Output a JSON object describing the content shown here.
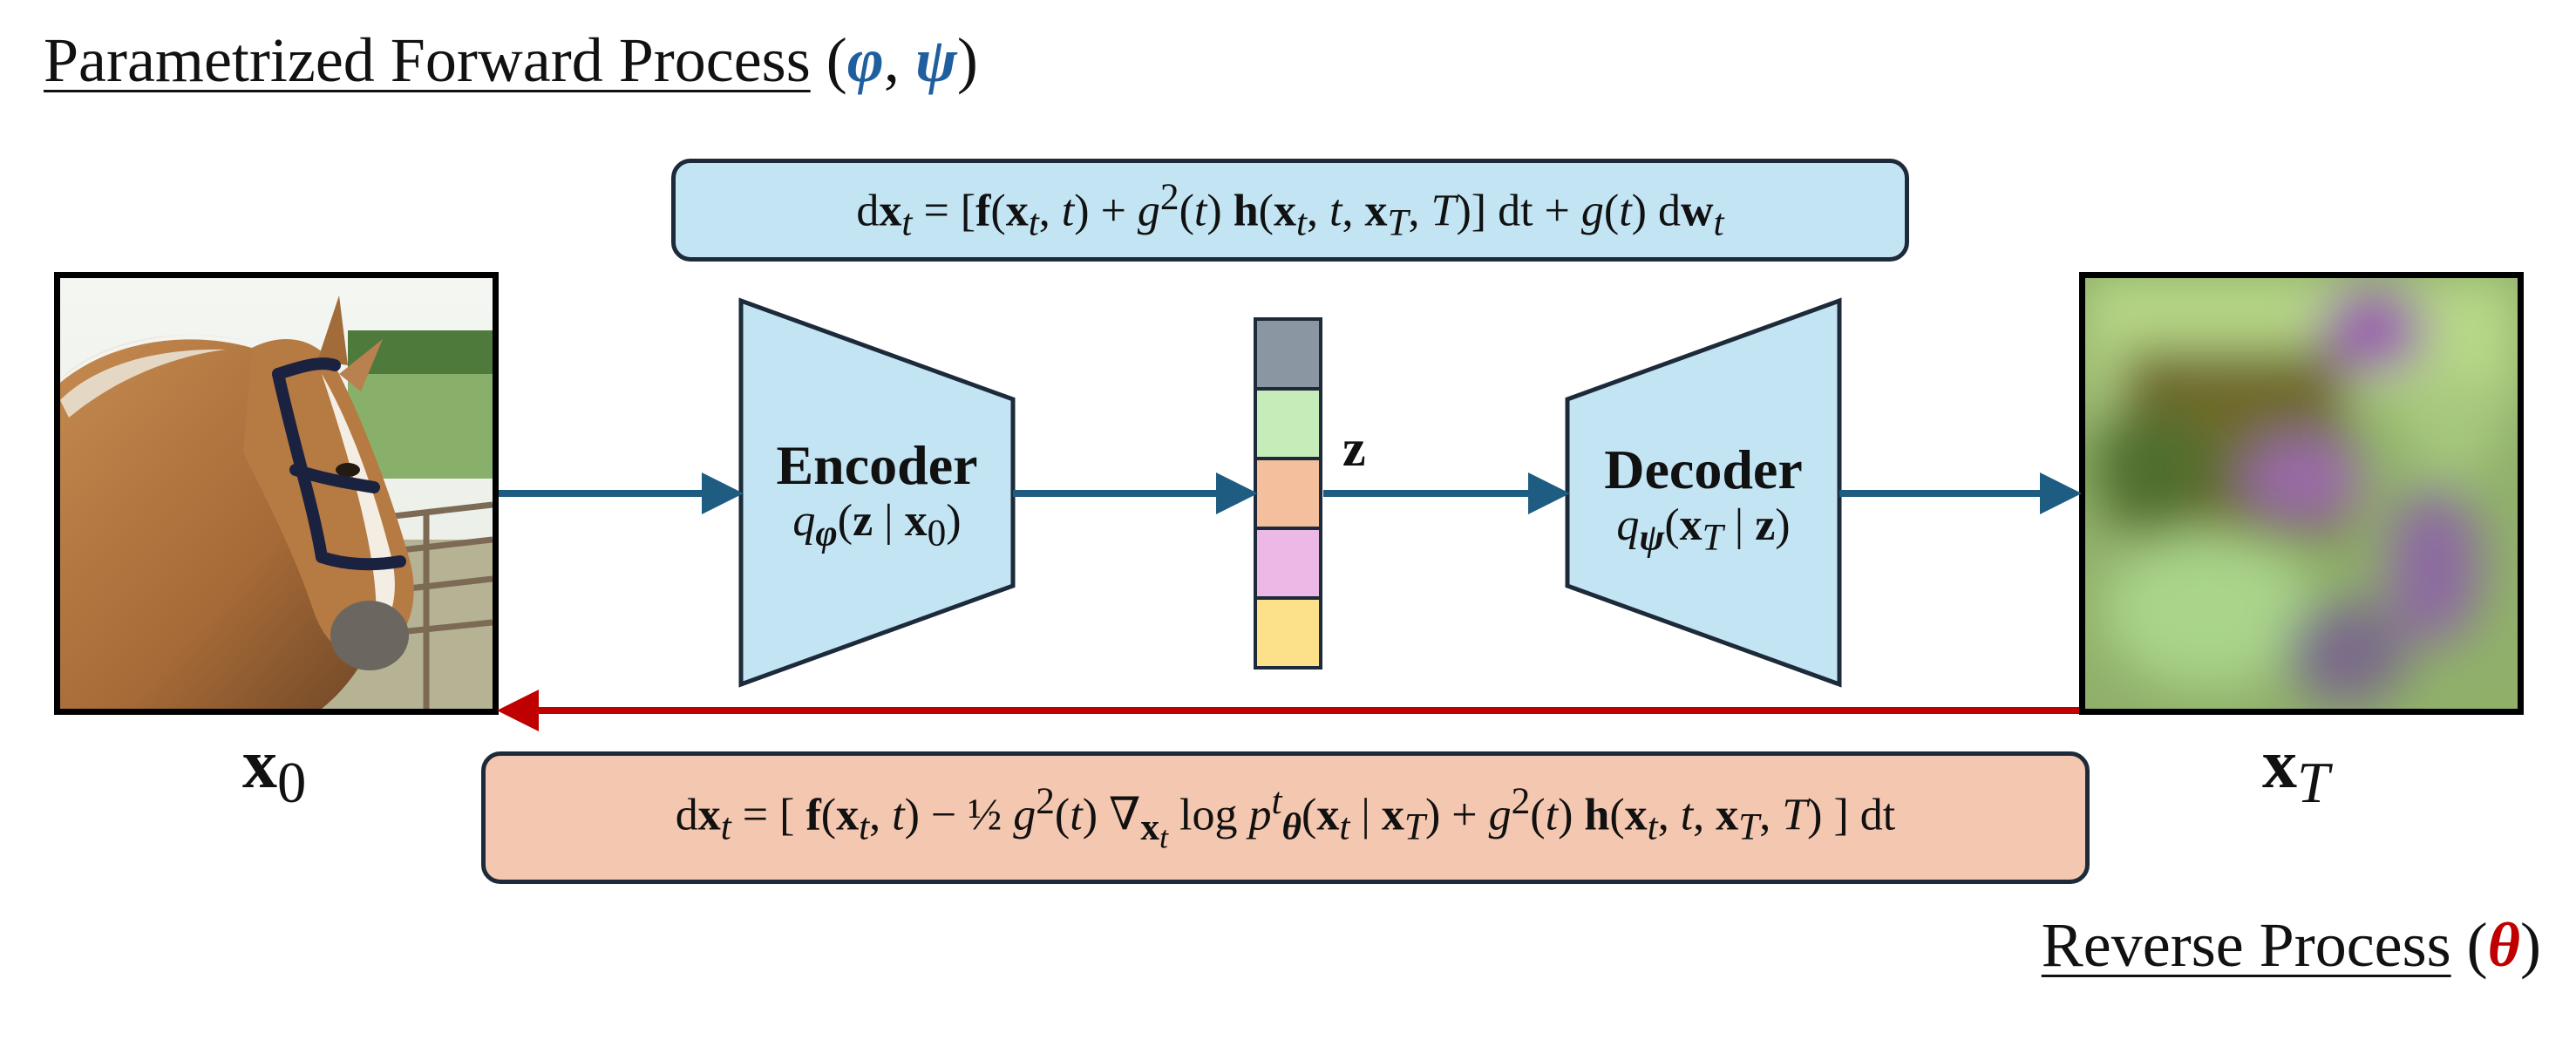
{
  "forward_title": {
    "text": "Parametrized Forward Process",
    "paren_open": " (",
    "phi": "φ",
    "comma": ", ",
    "psi": "ψ",
    "paren_close": ")"
  },
  "reverse_title": {
    "text": "Reverse Process",
    "paren_open": " (",
    "theta": "θ",
    "paren_close": ")"
  },
  "forward_equation": "dx_t = [f(x_t, t) + g²(t) h(x_t, t, x_T, T)] dt + g(t) dw_t",
  "reverse_equation": "dx_t = [ f(x_t, t) − ½ g²(t) ∇_{x_t} log p^t_θ(x_t | x_T) + g²(t) h(x_t, t, x_T, T) ] dt",
  "encoder": {
    "title": "Encoder",
    "subtitle": "qφ(z | x0)"
  },
  "decoder": {
    "title": "Decoder",
    "subtitle": "qψ(xT | z)"
  },
  "latent_label": "z",
  "x0_label": "x0",
  "xT_label": "xT",
  "colors": {
    "flow_arrow": "#1e5c82",
    "reverse_arrow": "#c00000",
    "module_fill": "#c3e4f3",
    "forward_eq_fill": "#c3e4f3",
    "reverse_eq_fill": "#f4c7b0",
    "latent_cells": [
      "#8a96a2",
      "#c6ecba",
      "#f4bf9c",
      "#ecb9e6",
      "#fde08a"
    ]
  }
}
